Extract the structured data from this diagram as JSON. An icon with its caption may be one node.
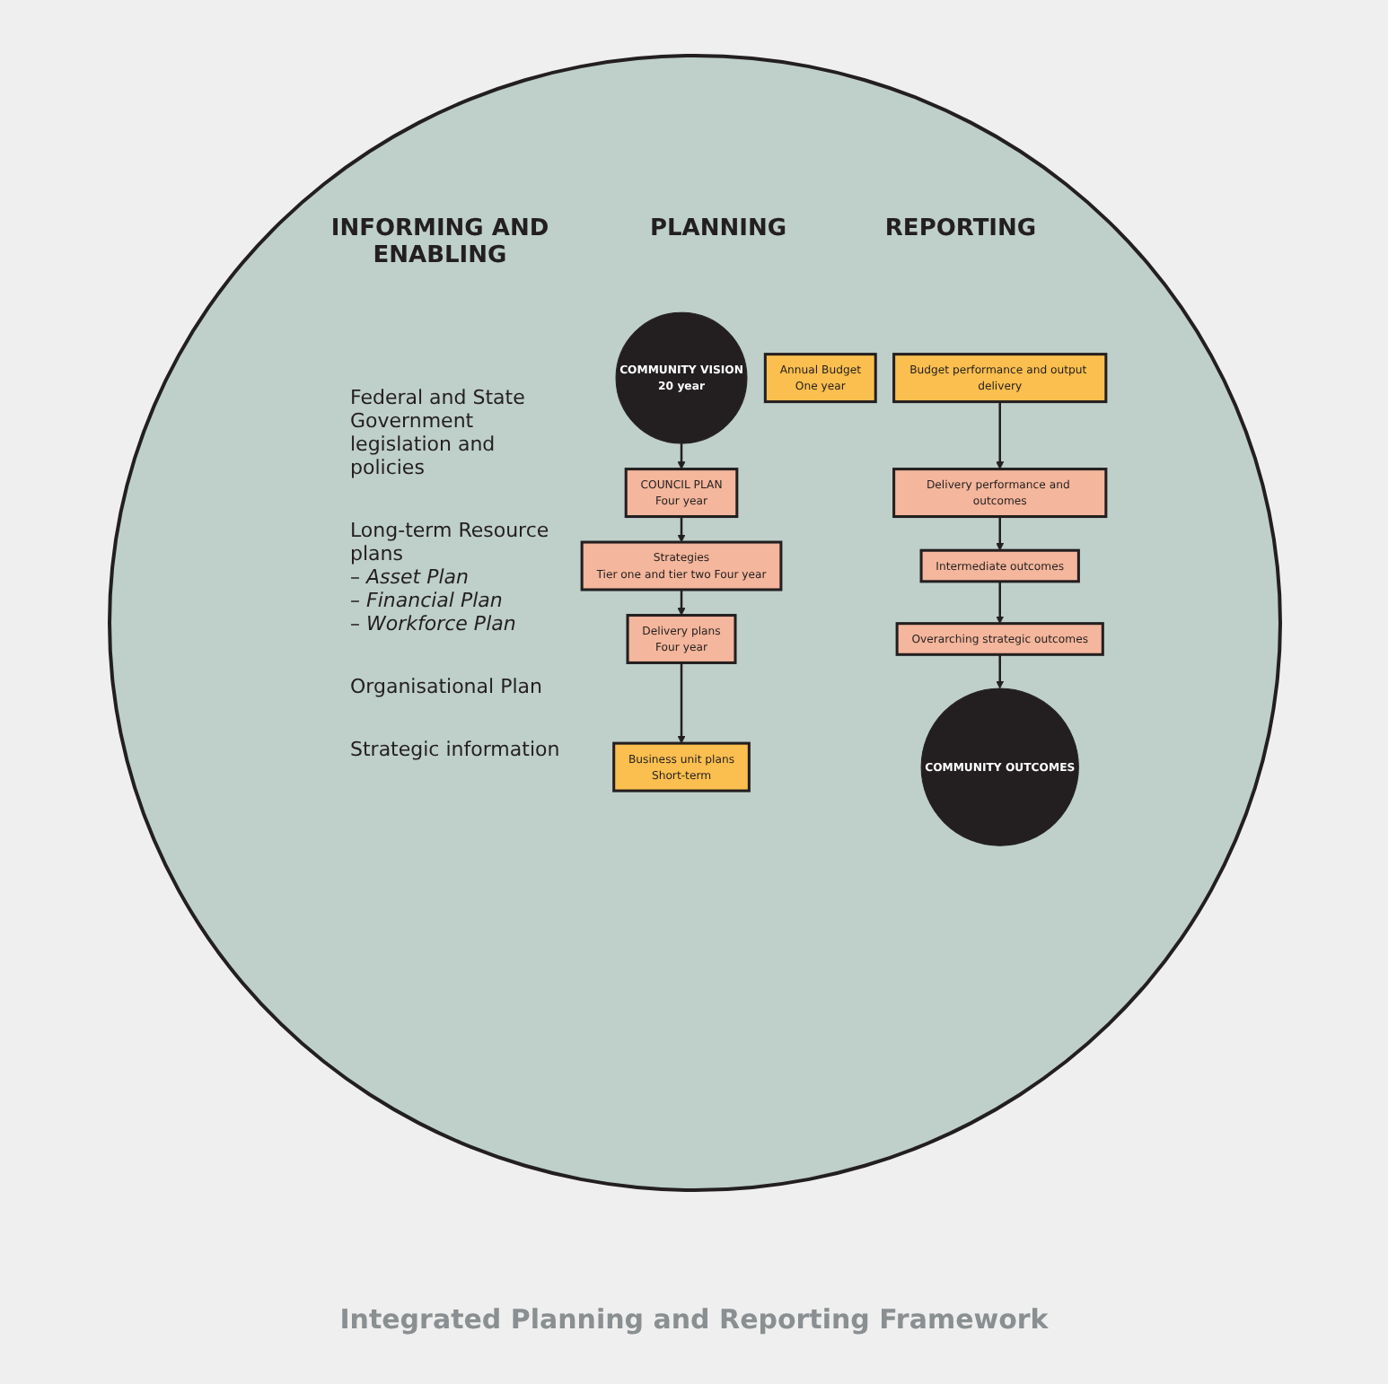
{
  "diagram": {
    "caption": "Integrated Planning and Reporting Framework",
    "nodes": [
      {
        "text": [
          "COMMUNITY VISION",
          "20 year"
        ]
      },
      {
        "text": [
          "COMMUNITY OUTCOMES"
        ]
      },
      {
        "text": [
          "COUNCIL PLAN",
          "Four year"
        ]
      },
      {
        "text": [
          "Overarching strategic outcomes"
        ]
      },
      {
        "text": [
          "Strategies",
          "Tier one and tier two Four year"
        ]
      },
      {
        "text": [
          "Intermediate outcomes"
        ]
      },
      {
        "text": [
          "Delivery plans",
          "Four year"
        ]
      },
      {
        "text": [
          "Delivery performance and outcomes"
        ]
      },
      {
        "text": [
          "Annual Budget",
          "One year"
        ]
      },
      {
        "text": [
          "Business unit plans",
          "Short-term"
        ]
      },
      {
        "text": [
          "Budget performance and output delivery"
        ]
      }
    ],
    "edges": [
      {
        "from": 0,
        "to": 2,
        "arrow": "to"
      },
      {
        "from": 2,
        "to": 4,
        "arrow": "to"
      },
      {
        "from": 4,
        "to": 6,
        "arrow": "to"
      },
      {
        "from": 6,
        "to": 9,
        "arrow": "to"
      },
      {
        "from": 10,
        "to": 7,
        "arrow": "to"
      },
      {
        "from": 7,
        "to": 5,
        "arrow": "to"
      },
      {
        "from": 5,
        "to": 3,
        "arrow": "to"
      },
      {
        "from": 3,
        "to": 1,
        "arrow": "to"
      }
    ],
    "labels": [
      "INFORMING AND ENABLING",
      "PLANNING",
      "REPORTING",
      "Federal and State Government legislation and policies",
      "Long-term Resource plans",
      "– *Asset Plan*",
      "– *Financial Plan*",
      "– *Workforce Plan*",
      "Organisational Plan",
      "Strategic information"
    ]
  }
}
